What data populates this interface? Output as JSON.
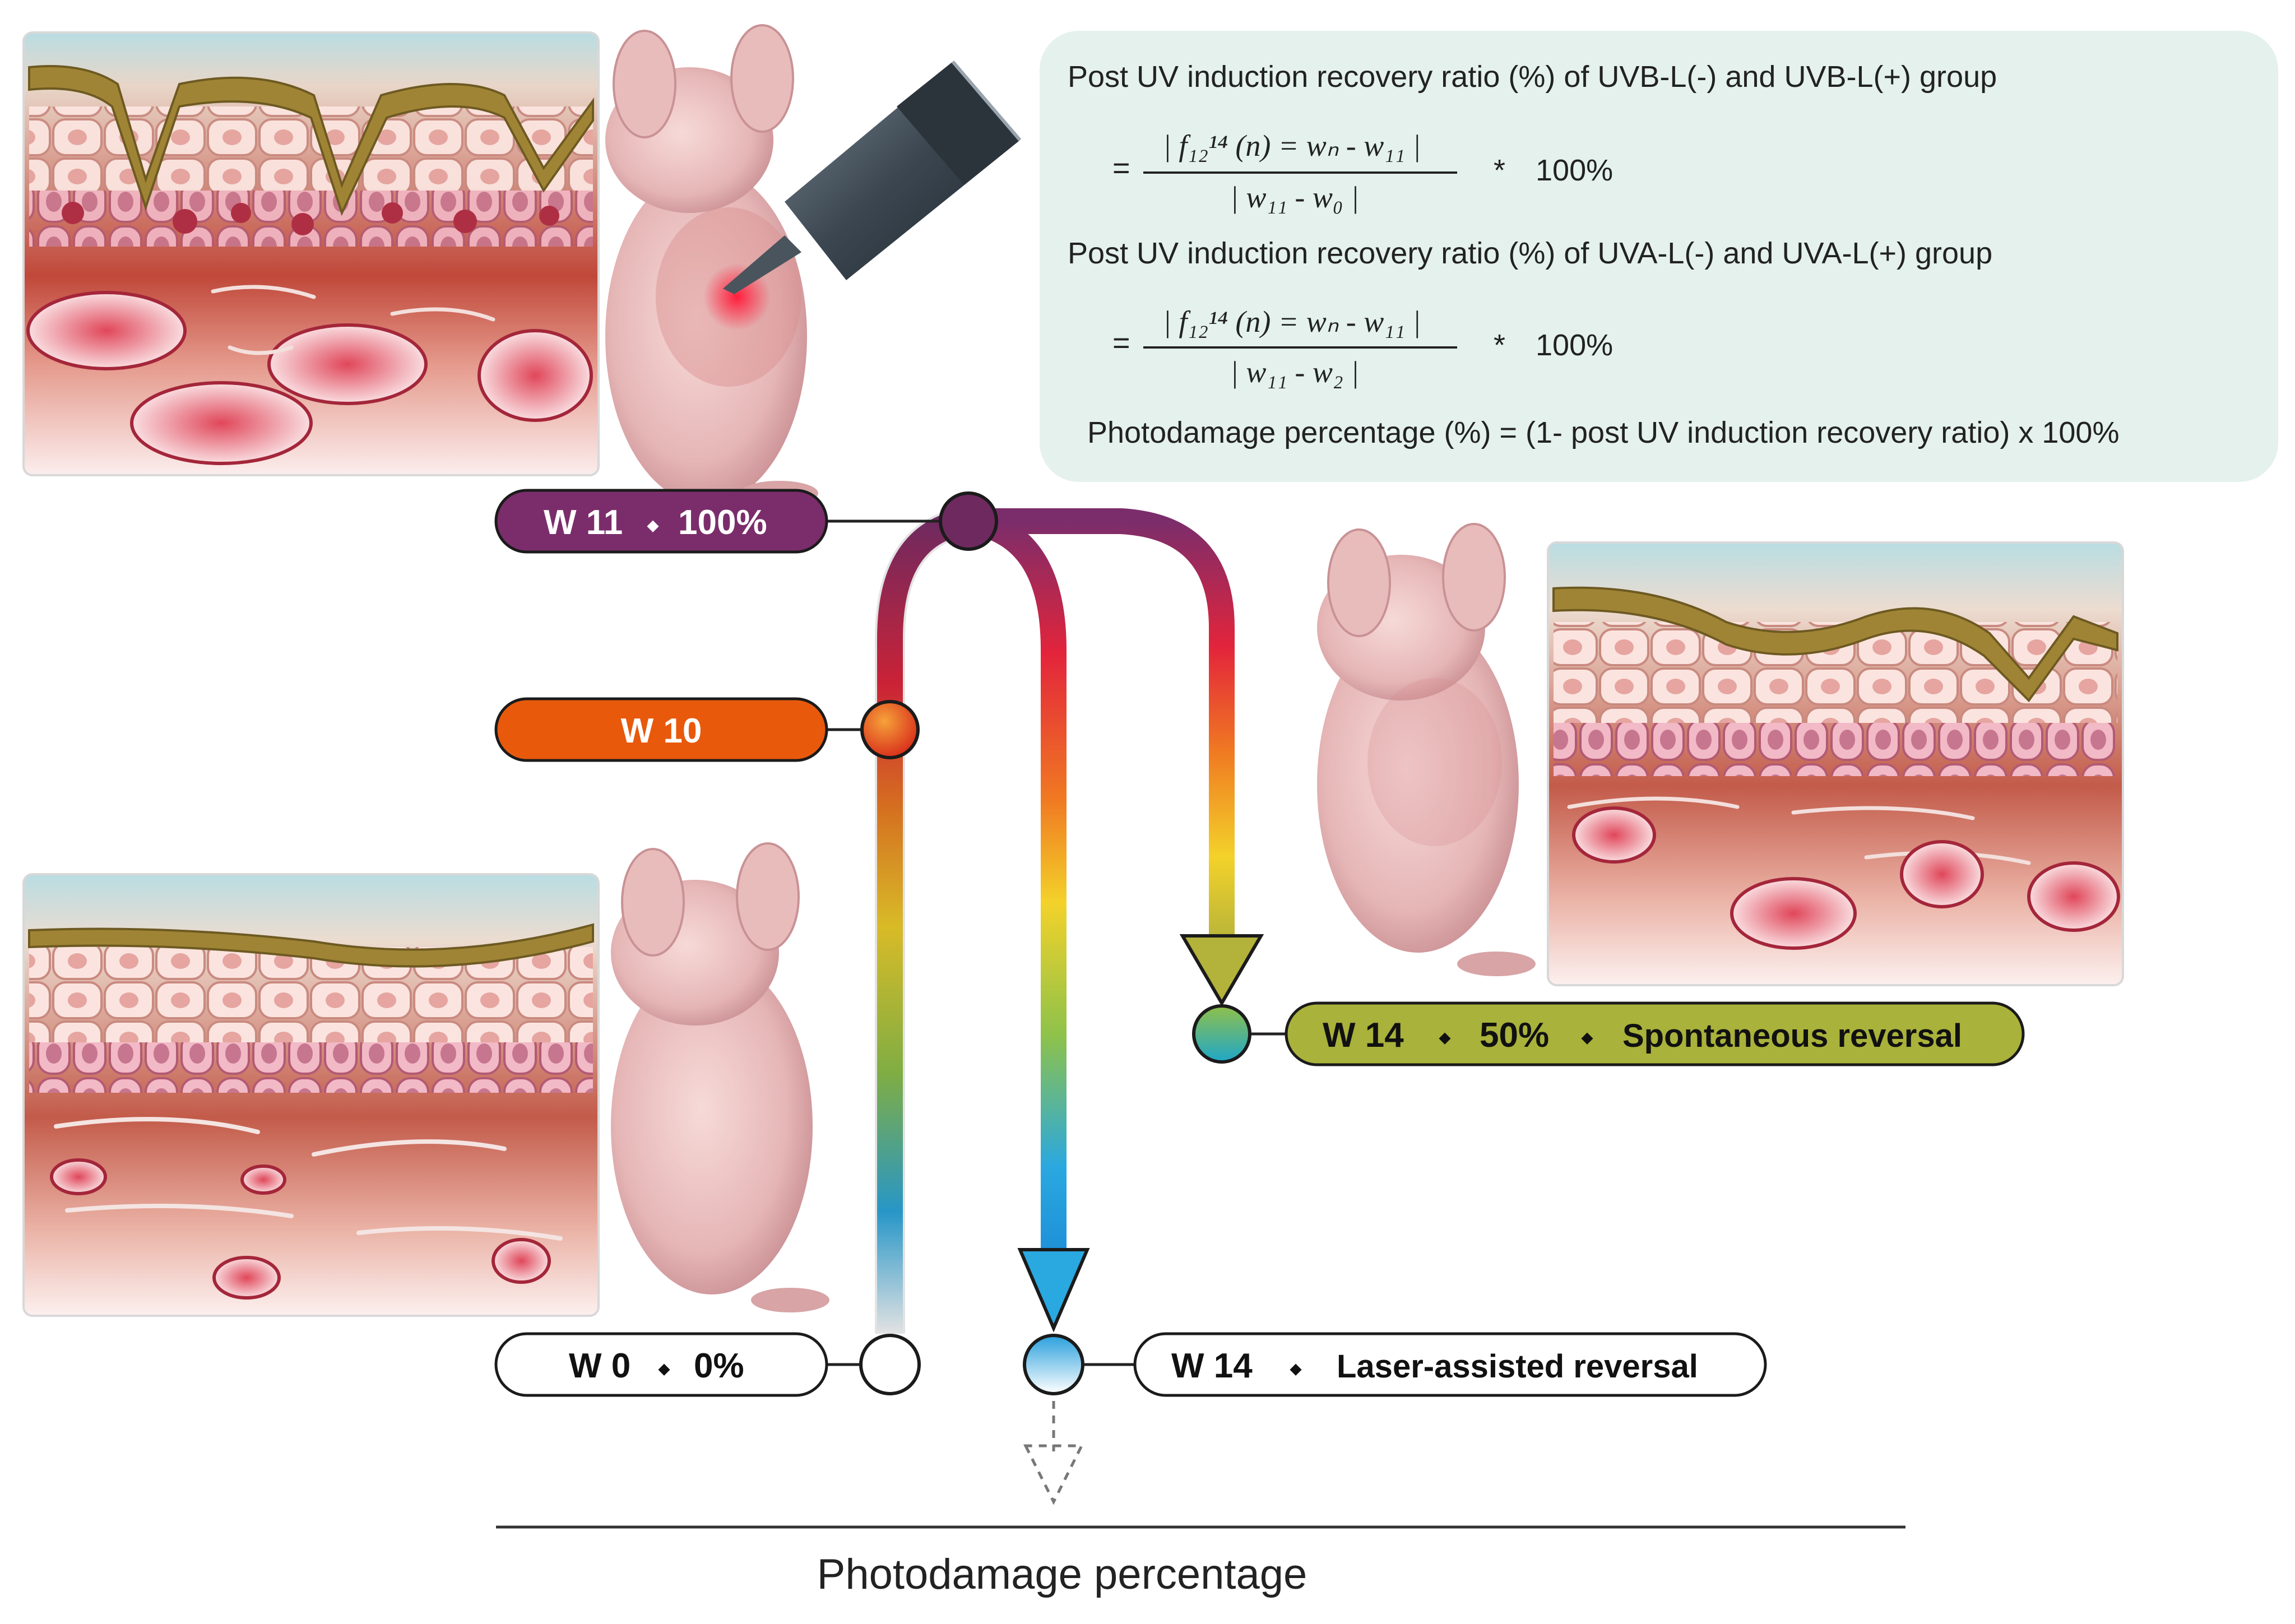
{
  "formula_box": {
    "uvb_title": "Post UV induction recovery ratio (%) of UVB-L(-) and UVB-L(+) group",
    "uva_title": "Post UV induction recovery ratio (%) of UVA-L(-) and UVA-L(+) group",
    "equals": "=",
    "times": "*",
    "hundred": "100%",
    "uvb_numerator": "| f₁₂¹⁴ (n) = wₙ - w₁₁ |",
    "uvb_denominator": "| w₁₁ - w₀ |",
    "uva_numerator": "| f₁₂¹⁴ (n) = wₙ - w₁₁ |",
    "uva_denominator": "| w₁₁ - w₂ |",
    "photodamage_formula": "Photodamage percentage (%) = (1- post UV induction recovery ratio) x 100%"
  },
  "labels": {
    "w11": "W 11",
    "w11_pct": "100%",
    "w10": "W 10",
    "w0": "W 0",
    "w0_pct": "0%",
    "w14_spont": "W 14",
    "w14_spont_pct": "50%",
    "w14_spont_desc": "Spontaneous reversal",
    "w14_laser": "W 14",
    "w14_laser_desc": "Laser-assisted reversal",
    "sep": "◆"
  },
  "axis": {
    "title": "Photodamage percentage"
  },
  "colors": {
    "w11": "#7b2d6b",
    "w10": "#e8590c",
    "w14_spont": "#a9b23a",
    "box_bg": "#e4f1ec",
    "skin_top": "#b9dde3"
  }
}
